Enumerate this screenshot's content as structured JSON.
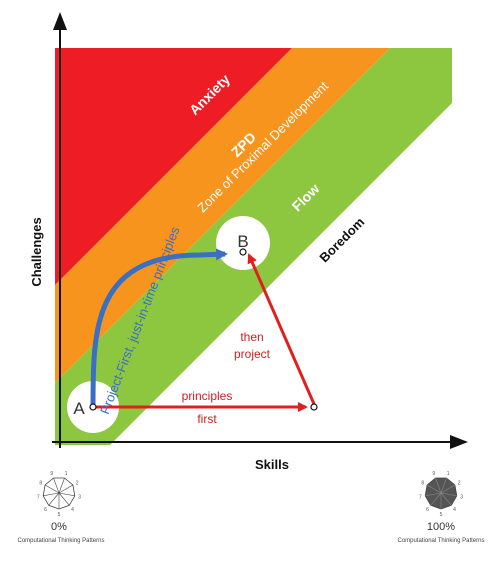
{
  "axes": {
    "x_label": "Skills",
    "y_label": "Challenges"
  },
  "zones": {
    "anxiety": "Anxiety",
    "zpd": "ZPD",
    "zpd_subtitle": "Zone of Proximal Development",
    "flow": "Flow",
    "boredom": "Boredom"
  },
  "points": {
    "a": "A",
    "b": "B"
  },
  "paths": {
    "blue_label": "Project-First, just-in-time principles",
    "red_first_line1": "principles",
    "red_first_line2": "first",
    "red_then_line1": "then",
    "red_then_line2": "project"
  },
  "gauges": {
    "left_percent": "0%",
    "left_caption": "Computational Thinking Patterns",
    "right_percent": "100%",
    "right_caption": "Computational Thinking Patterns",
    "left_fill_fraction": 0,
    "right_fill_fraction": 1,
    "spoke_labels": [
      "1",
      "2",
      "3",
      "4",
      "5",
      "6",
      "7",
      "8",
      "9"
    ]
  },
  "colors": {
    "red": "#ee1c25",
    "orange": "#f7941d",
    "green": "#8dc63f",
    "blue": "#3a6fc4",
    "arrow_red": "#e0201e",
    "text_red": "#cc2020",
    "axis": "#111111"
  }
}
